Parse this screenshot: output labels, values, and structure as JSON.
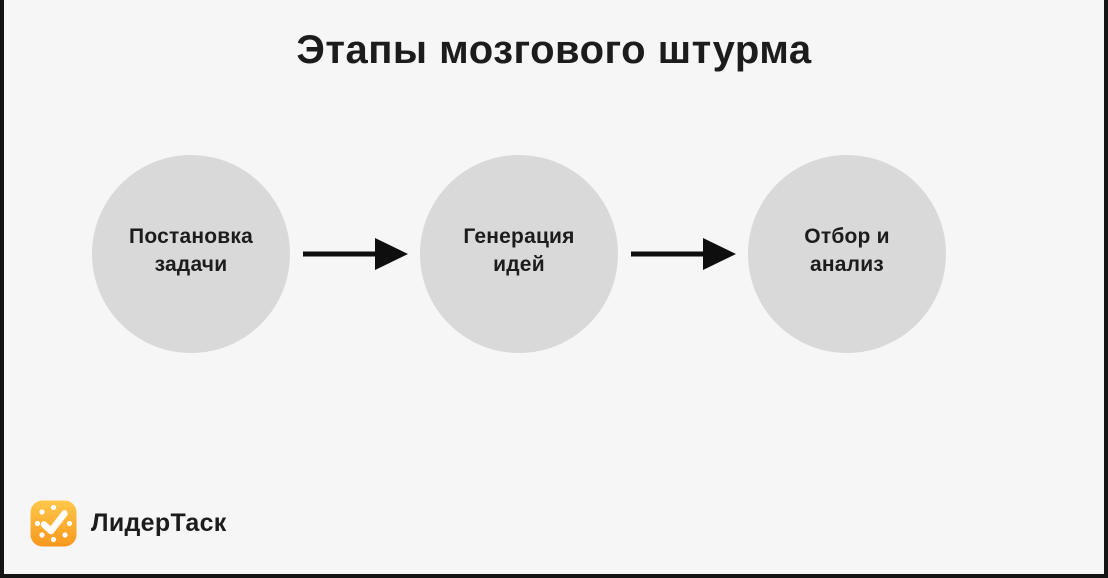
{
  "page": {
    "title": "Этапы мозгового штурма"
  },
  "diagram": {
    "type": "flowchart",
    "direction": "left-to-right",
    "connector": "arrow-right",
    "steps": [
      {
        "label": "Постановка задачи",
        "lines": [
          "Постановка",
          "задачи"
        ]
      },
      {
        "label": "Генерация идей",
        "lines": [
          "Генерация",
          "идей"
        ]
      },
      {
        "label": "Отбор и анализ",
        "lines": [
          "Отбор и",
          "анализ"
        ]
      }
    ]
  },
  "footer": {
    "brand": "ЛидерТаск",
    "logo": "check-clock-icon"
  },
  "colors": {
    "background": "#f6f6f6",
    "circle-fill": "#d9d9d9",
    "text": "#1c1c1c",
    "arrow": "#0e0e0e",
    "frame-border": "#141414",
    "logo-gradient-top": "#ffc84b",
    "logo-gradient-bottom": "#f8981d",
    "logo-glyph": "#ffffff"
  }
}
